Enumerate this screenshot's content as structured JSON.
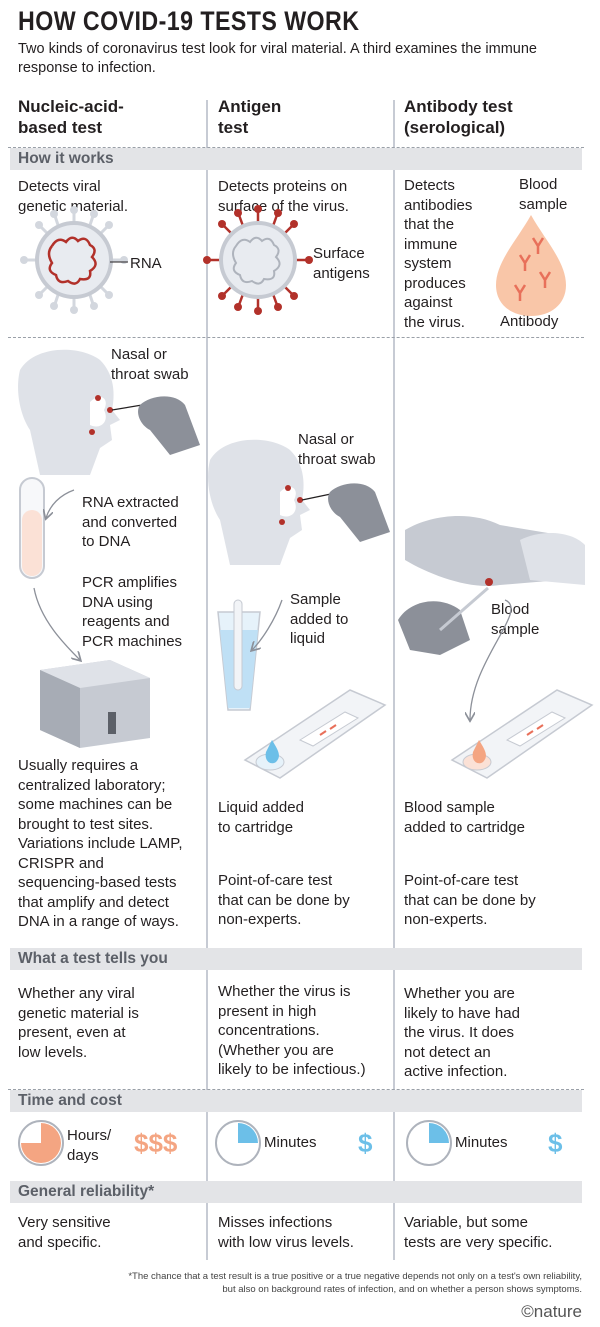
{
  "title": "HOW COVID-19 TESTS WORK",
  "subtitle": "Two kinds of coronavirus test look for viral material. A third examines the immune response to infection.",
  "columns": [
    {
      "heading_1": "Nucleic-acid-",
      "heading_2": "based test"
    },
    {
      "heading_1": "Antigen",
      "heading_2": "test"
    },
    {
      "heading_1": "Antibody test",
      "heading_2": "(serological)"
    }
  ],
  "sections": {
    "how_it_works": "How it works",
    "what_it_tells": "What a test tells you",
    "time_cost": "Time and cost",
    "reliability": "General reliability*"
  },
  "how": {
    "nucleic": [
      "Detects viral",
      "genetic material."
    ],
    "nucleic_label": "RNA",
    "antigen": [
      "Detects proteins on",
      "surface of the virus."
    ],
    "antigen_label": [
      "Surface",
      "antigens"
    ],
    "antibody": [
      "Detects",
      "antibodies",
      "that the",
      "immune",
      "system",
      "produces",
      "against",
      "the virus."
    ],
    "blood_label": [
      "Blood",
      "sample"
    ],
    "antibody_label": "Antibody"
  },
  "process": {
    "nucleic_swab": [
      "Nasal or",
      "throat swab"
    ],
    "nucleic_rna": [
      "RNA extracted",
      "and converted",
      "to DNA"
    ],
    "nucleic_pcr": [
      "PCR amplifies",
      "DNA using",
      "reagents and",
      "PCR machines"
    ],
    "nucleic_note": [
      "Usually requires a",
      "centralized laboratory;",
      "some machines can be",
      "brought to test sites.",
      "Variations include LAMP,",
      "CRISPR and",
      "sequencing-based tests",
      "that amplify and detect",
      "DNA in a range of ways."
    ],
    "antigen_swab": [
      "Nasal or",
      "throat swab"
    ],
    "antigen_sample": [
      "Sample",
      "added to",
      "liquid"
    ],
    "antigen_cartridge": [
      "Liquid added",
      "to cartridge"
    ],
    "antigen_note": [
      "Point-of-care test",
      "that can be done by",
      "non-experts."
    ],
    "antibody_blood": [
      "Blood",
      "sample"
    ],
    "antibody_cartridge": [
      "Blood sample",
      "added to cartridge"
    ],
    "antibody_note": [
      "Point-of-care test",
      "that can be done by",
      "non-experts."
    ]
  },
  "tells": {
    "nucleic": [
      "Whether any viral",
      "genetic material is",
      "present, even at",
      "low levels."
    ],
    "antigen": [
      "Whether the virus is",
      "present in high",
      "concentrations.",
      "(Whether you are",
      "likely to be infectious.)"
    ],
    "antibody": [
      "Whether you are",
      "likely to have had",
      "the virus. It does",
      "not detect an",
      "active infection."
    ]
  },
  "time_cost": {
    "nucleic_time": [
      "Hours/",
      "days"
    ],
    "nucleic_cost": "$$$",
    "nucleic_fraction": 0.75,
    "antigen_time": "Minutes",
    "antigen_cost": "$",
    "antigen_fraction": 0.25,
    "antibody_time": "Minutes",
    "antibody_cost": "$",
    "antibody_fraction": 0.25
  },
  "reliability": {
    "nucleic": [
      "Very sensitive",
      "and specific."
    ],
    "antigen": [
      "Misses infections",
      "with low virus levels."
    ],
    "antibody": [
      "Variable, but some",
      "tests are very specific."
    ]
  },
  "footnote": [
    "*The chance that a test result is a true positive or a true negative depends not only on a test's own reliability,",
    "but also on background rates of infection, and on whether a person shows symptoms."
  ],
  "credit": "©nature",
  "colors": {
    "accent": "#f4a582",
    "accent_dark": "#e8705a",
    "virus_red": "#b2312a",
    "blue": "#6cbfe8",
    "grey": "#d3d7de",
    "band": "#e3e4e7"
  }
}
